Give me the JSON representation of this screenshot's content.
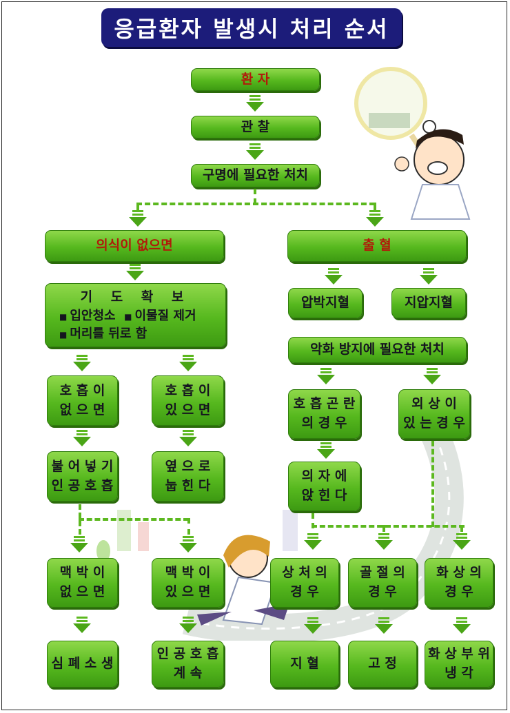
{
  "title": "응급환자 발생시 처리 순서",
  "flow": {
    "patient": "환          자",
    "observe": "관          찰",
    "life_saving": "구명에 필요한 처치",
    "unconscious": "의식이 없으면",
    "bleeding": "출          혈",
    "airway": {
      "heading": "기 도 확 보",
      "items": [
        "입안청소",
        "이물질 제거",
        "머리를 뒤로 함"
      ]
    },
    "no_breathing": "호 흡 이\n없 으 면",
    "breathing": "호 흡 이\n있 으 면",
    "rescue_breathing": "불 어 넣 기\n인 공 호 흡",
    "lay_side": "옆 으 로\n눕 힌 다",
    "no_pulse": "맥 박 이\n없 으 면",
    "pulse": "맥 박 이\n있 으 면",
    "cpr": "심 폐 소 생",
    "continue_breathing": "인 공 호 흡\n계 속",
    "pressure_bandage": "압박지혈",
    "pressure_point": "지압지혈",
    "prevent_worse": "악화 방지에 필요한 처치",
    "dyspnea": "호 흡 곤 란\n의  경  우",
    "trauma": "외 상 이\n있 는  경 우",
    "sit_up": "의 자 에\n앉 힌 다",
    "wound": "상 처 의\n경    우",
    "fracture": "골 절 의\n경    우",
    "burn": "화 상 의\n경    우",
    "hemostasis": "지   혈",
    "fixation": "고   정",
    "cool_burn": "화 상 부 위\n냉    각"
  },
  "colors": {
    "box_green": "#56b81e",
    "title_navy": "#1c1c7a",
    "emphasis_red": "#b11a0a"
  },
  "icons": [
    "doctor-illustration",
    "running-person-illustration",
    "magnifier-illustration"
  ]
}
